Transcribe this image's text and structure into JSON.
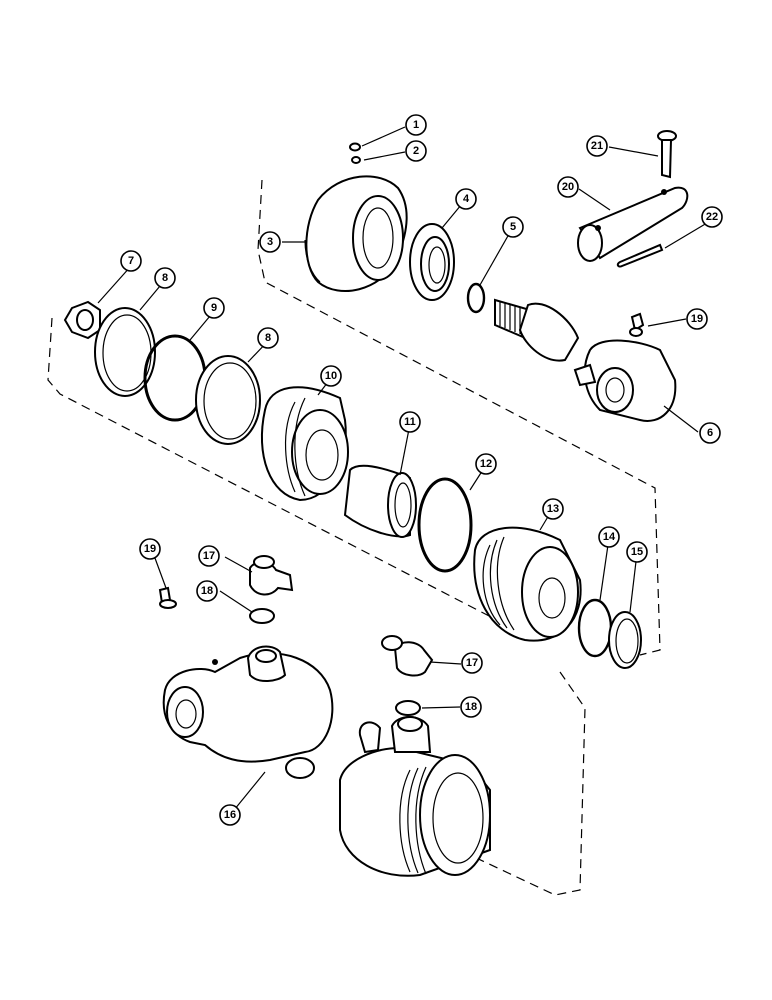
{
  "callouts": [
    {
      "label": "1"
    },
    {
      "label": "2"
    },
    {
      "label": "3"
    },
    {
      "label": "4"
    },
    {
      "label": "5"
    },
    {
      "label": "6"
    },
    {
      "label": "7"
    },
    {
      "label": "8"
    },
    {
      "label": "9"
    },
    {
      "label": "8"
    },
    {
      "label": "10"
    },
    {
      "label": "11"
    },
    {
      "label": "12"
    },
    {
      "label": "13"
    },
    {
      "label": "14"
    },
    {
      "label": "15"
    },
    {
      "label": "16"
    },
    {
      "label": "17"
    },
    {
      "label": "18"
    },
    {
      "label": "19"
    },
    {
      "label": "17"
    },
    {
      "label": "18"
    },
    {
      "label": "19"
    },
    {
      "label": "20"
    },
    {
      "label": "21"
    },
    {
      "label": "22"
    }
  ]
}
